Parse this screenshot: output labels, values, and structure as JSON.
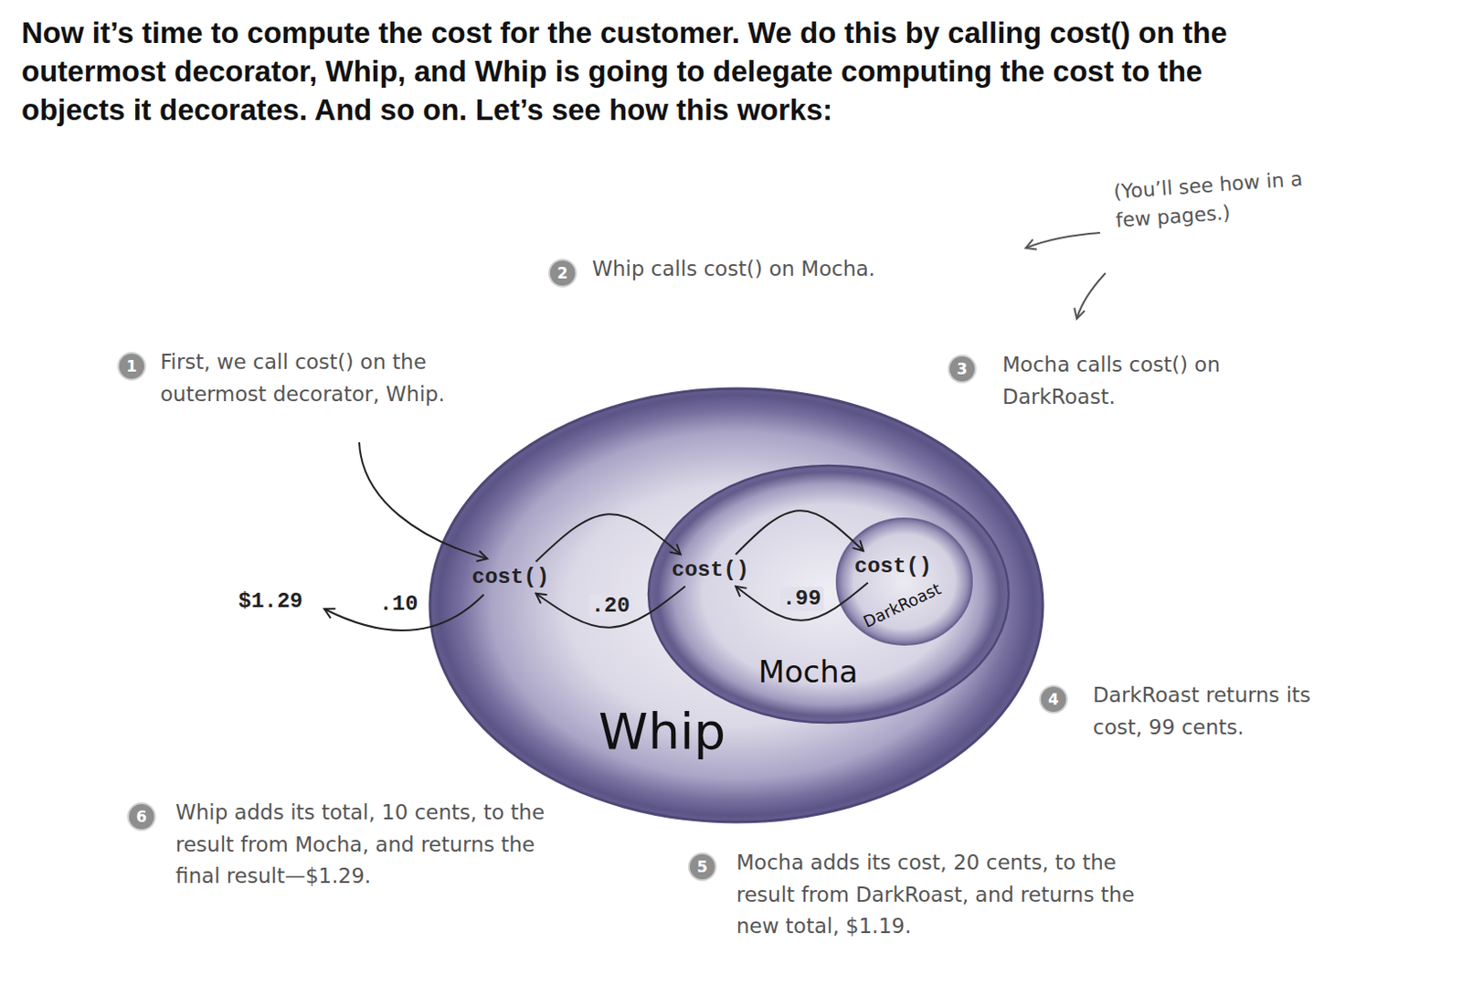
{
  "diagram": {
    "title": "Now it’s time to compute the cost for the customer. We do this by calling cost() on the outermost decorator, Whip, and Whip is going to delegate computing the cost to the objects it decorates. And so on. Let’s see how this works:",
    "nodes": [
      {
        "text": [
          "cost()",
          "Whip"
        ]
      },
      {
        "text": [
          "cost()",
          "Mocha"
        ],
        "in": 0
      },
      {
        "text": [
          "cost()",
          "DarkRoast"
        ],
        "in": 1
      }
    ],
    "edges": [
      {
        "from": 0,
        "to": 1,
        "arrow": "to"
      },
      {
        "from": 1,
        "to": 2,
        "arrow": "to"
      },
      {
        "from": 2,
        "to": 1,
        "label": ".99",
        "arrow": "to"
      },
      {
        "from": 1,
        "to": 0,
        "label": ".20",
        "arrow": "to"
      }
    ],
    "labels": [
      "(You’ll see how in a few pages.)",
      "2",
      "Whip calls cost() on Mocha.",
      "1",
      "First, we call cost() on the outermost decorator, Whip.",
      "3",
      "Mocha calls cost() on DarkRoast.",
      "$1.29",
      ".10",
      "4",
      "DarkRoast returns its cost, 99 cents.",
      "6",
      "Whip adds its total, 10 cents, to the result from Mocha, and returns the final result—$1.29.",
      "5",
      "Mocha adds its cost, 20 cents, to the result from DarkRoast, and returns the new total, $1.19."
    ]
  }
}
